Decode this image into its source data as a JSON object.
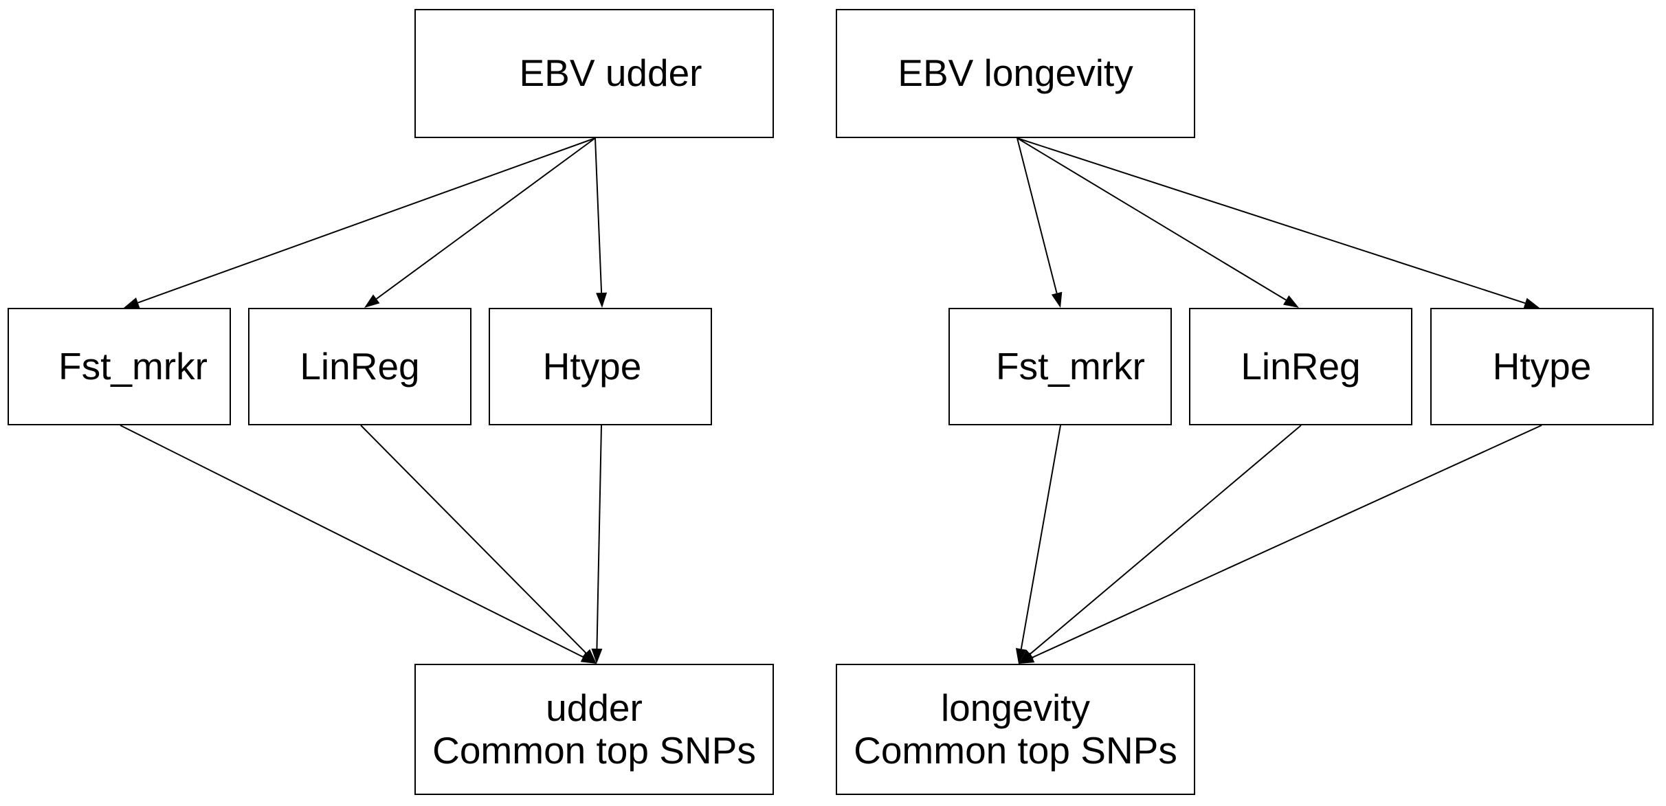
{
  "nodes": {
    "ebv_udder": "EBV udder",
    "ebv_longevity": "EBV longevity",
    "udder_methods": {
      "fst": "Fst_mrkr",
      "linreg": "LinReg",
      "htype": "Htype"
    },
    "longevity_methods": {
      "fst": "Fst_mrkr",
      "linreg": "LinReg",
      "htype": "Htype"
    },
    "udder_common": {
      "line1": "udder",
      "line2": "Common top SNPs"
    },
    "longevity_common": {
      "line1": "longevity",
      "line2": "Common top SNPs"
    }
  },
  "edges": [
    {
      "from": "EBV udder",
      "to": "Fst_mrkr (udder)"
    },
    {
      "from": "EBV udder",
      "to": "LinReg (udder)"
    },
    {
      "from": "EBV udder",
      "to": "Htype (udder)"
    },
    {
      "from": "EBV longevity",
      "to": "Fst_mrkr (longevity)"
    },
    {
      "from": "EBV longevity",
      "to": "LinReg (longevity)"
    },
    {
      "from": "EBV longevity",
      "to": "Htype (longevity)"
    },
    {
      "from": "Fst_mrkr (udder)",
      "to": "udder Common top SNPs"
    },
    {
      "from": "LinReg (udder)",
      "to": "udder Common top SNPs"
    },
    {
      "from": "Htype (udder)",
      "to": "udder Common top SNPs"
    },
    {
      "from": "Fst_mrkr (longevity)",
      "to": "longevity Common top SNPs"
    },
    {
      "from": "LinReg (longevity)",
      "to": "longevity Common top SNPs"
    },
    {
      "from": "Htype (longevity)",
      "to": "longevity Common top SNPs"
    }
  ]
}
